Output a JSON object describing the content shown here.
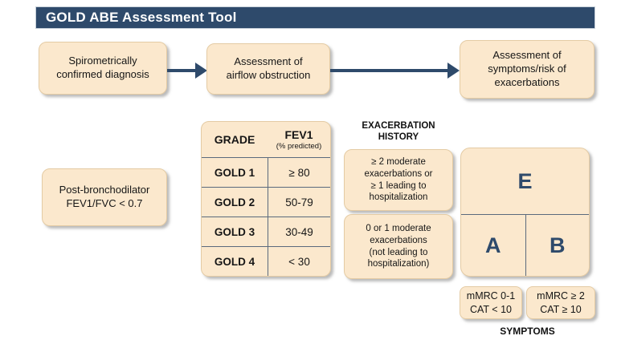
{
  "colors": {
    "navy": "#2e4a6b",
    "cream": "#fbe8cd",
    "cream_border": "#e4cba4",
    "line": "#5a6a7d",
    "text": "#161616",
    "title_text": "#ffffff",
    "title_border": "#c8d1da"
  },
  "title": "GOLD ABE Assessment Tool",
  "flowchart": {
    "steps": [
      {
        "label": "Spirometrically\nconfirmed diagnosis"
      },
      {
        "label": "Assessment of\nairflow obstruction"
      },
      {
        "label": "Assessment of\nsymptoms/risk of\nexacerbations"
      }
    ]
  },
  "criteria_box": {
    "label": "Post-bronchodilator\nFEV1/FVC < 0.7"
  },
  "grade_table": {
    "headers": {
      "col1": "GRADE",
      "col2": "FEV1",
      "col2_sub": "(% predicted)"
    },
    "rows": [
      {
        "grade": "GOLD 1",
        "fev1": "≥ 80"
      },
      {
        "grade": "GOLD 2",
        "fev1": "50-79"
      },
      {
        "grade": "GOLD 3",
        "fev1": "30-49"
      },
      {
        "grade": "GOLD 4",
        "fev1": "< 30"
      }
    ]
  },
  "exacerbation": {
    "heading": "EXACERBATION\nHISTORY",
    "high_risk": "≥ 2 moderate\nexacerbations or\n≥ 1 leading to\nhospitalization",
    "low_risk": "0 or 1 moderate\nexacerbations\n(not leading to\nhospitalization)"
  },
  "abe_grid": {
    "e": "E",
    "a": "A",
    "b": "B"
  },
  "symptoms": {
    "low": "mMRC 0-1\nCAT < 10",
    "high": "mMRC ≥ 2\nCAT ≥ 10",
    "heading": "SYMPTOMS"
  }
}
